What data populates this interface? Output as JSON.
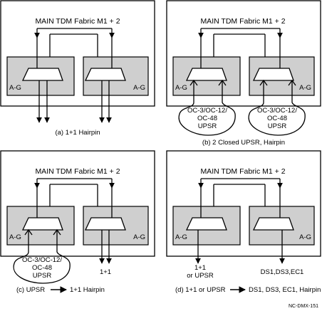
{
  "fabric_label": "MAIN TDM Fabric M1 + 2",
  "card_label": "A-G",
  "figure_id": "NC-DMX-151",
  "panels": [
    {
      "caption": "(a) 1+1 Hairpin"
    },
    {
      "caption": "(b) 2 Closed UPSR, Hairpin",
      "loop_left": [
        "OC-3/OC-12/",
        "OC-48",
        "UPSR"
      ],
      "loop_right": [
        "OC-3/OC-12/",
        "OC-48",
        "UPSR"
      ]
    },
    {
      "caption_prefix": "(c) UPSR",
      "caption_suffix": "1+1 Hairpin",
      "loop_left": [
        "OC-3/OC-12/",
        "OC-48",
        "UPSR"
      ],
      "right_label": "1+1"
    },
    {
      "caption_prefix": "(d) 1+1 or UPSR",
      "caption_suffix": "DS1, DS3, EC1, Hairpin",
      "left_label": [
        "1+1",
        "or UPSR"
      ],
      "right_label": "DS1,DS3,EC1"
    }
  ],
  "colors": {
    "card_fill": "#cfcfcf",
    "line": "#000000",
    "background": "#ffffff"
  }
}
